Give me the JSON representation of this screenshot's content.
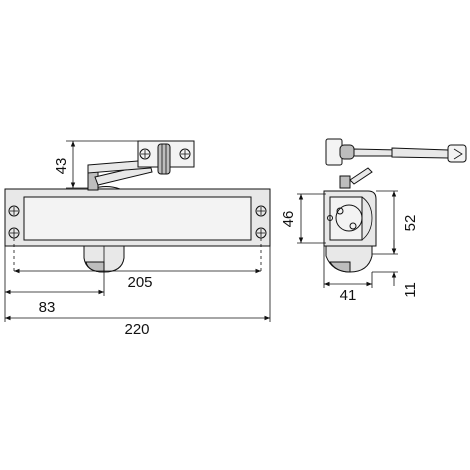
{
  "dimensions": {
    "arm_height": "43",
    "mount_span": "205",
    "pinion_offset": "83",
    "overall_length": "220",
    "side_height_inner": "46",
    "side_height_outer": "52",
    "side_width": "41",
    "pinion_height": "11"
  }
}
